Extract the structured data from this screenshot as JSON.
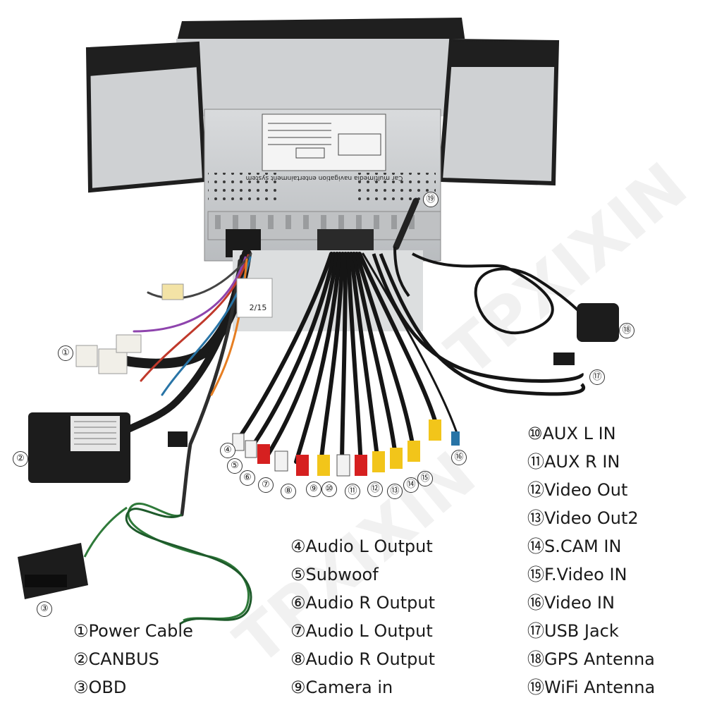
{
  "device": {
    "label_line": "Car multimedia navigation entertainment system",
    "tag_text": "2/15"
  },
  "watermark": "TPXIXIN",
  "callouts": [
    "①",
    "②",
    "③",
    "④",
    "⑤",
    "⑥",
    "⑦",
    "⑧",
    "⑨",
    "⑩",
    "⑪",
    "⑫",
    "⑬",
    "⑭",
    "⑮",
    "⑯",
    "⑰",
    "⑱",
    "⑲"
  ],
  "legend_left": [
    "①Power Cable",
    "②CANBUS",
    "③OBD"
  ],
  "legend_middle": [
    "④Audio L Output",
    "⑤Subwoof",
    "⑥Audio R Output",
    "⑦Audio L Output",
    "⑧Audio R Output",
    "⑨Camera in"
  ],
  "legend_right": [
    "⑩AUX L IN",
    "⑪AUX R IN",
    "⑫Video Out",
    "⑬Video Out2",
    "⑭S.CAM IN",
    "⑮F.Video IN",
    "⑯Video IN",
    "⑰USB Jack",
    "⑱GPS Antenna",
    "⑲WiFi Antenna"
  ],
  "colors": {
    "housing": "#c9cbcd",
    "bezel": "#1f1f1f",
    "rca_red": "#d62020",
    "rca_white": "#f2f2f2",
    "rca_yellow": "#f2c51a",
    "cable": "#151515",
    "wire_green": "#2f7a3a"
  }
}
